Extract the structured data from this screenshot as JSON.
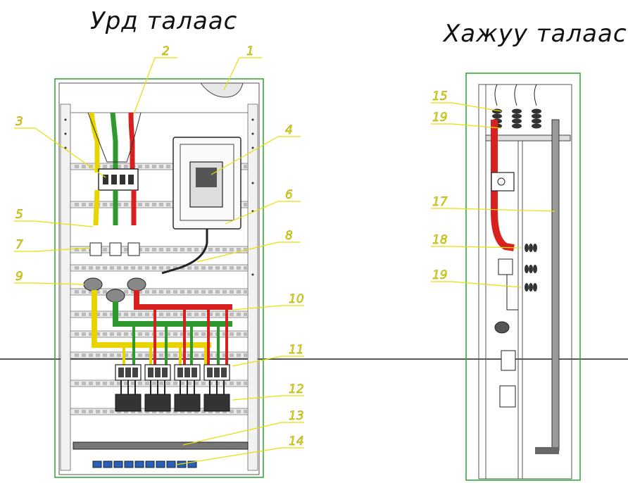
{
  "titles": {
    "front": "Урд талаас",
    "side": "Хажуу талаас"
  },
  "callouts": {
    "front": [
      "1",
      "2",
      "3",
      "4",
      "5",
      "6",
      "7",
      "8",
      "9",
      "10",
      "11",
      "12",
      "13",
      "14"
    ],
    "side": [
      "15",
      "19",
      "17",
      "18",
      "19"
    ]
  },
  "colors": {
    "phase_yellow": "#e8d400",
    "phase_green": "#2e9a2e",
    "phase_red": "#d82020",
    "enclosure_outline": "#3aa83a",
    "callout_text": "#e8e000",
    "frame": "#555555",
    "breaker_blue": "#2a5fb8"
  },
  "icons": {
    "meter": "electric-meter-icon",
    "breaker": "circuit-breaker-icon",
    "insulator": "insulator-icon"
  }
}
